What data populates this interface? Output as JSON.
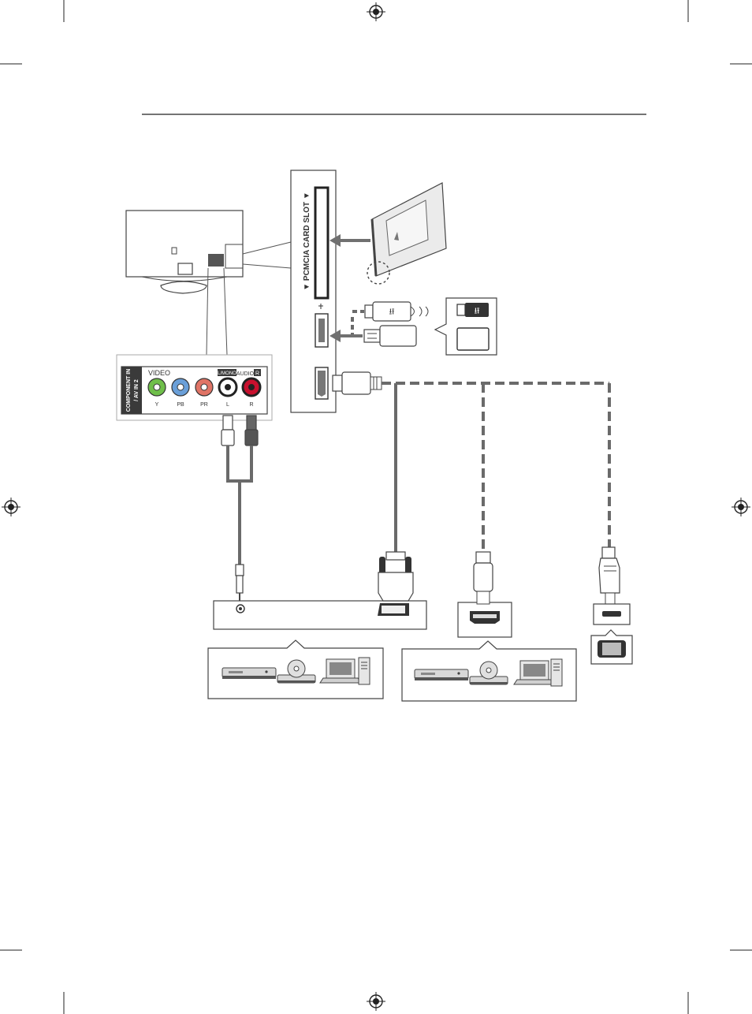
{
  "labels": {
    "pcmcia_slot": "▼ PCMCIA CARD SLOT ▼",
    "component_in": "COMPONENT IN",
    "av_in": "/ AV IN 2",
    "video": "VIDEO",
    "mono": "L/MONO",
    "audio": "AUDIO",
    "audio_r": "R",
    "jack_y": "Y",
    "jack_pb": "PB",
    "jack_pr": "PR",
    "jack_l": "L",
    "jack_r": "R"
  },
  "colors": {
    "line": "#555555",
    "cable": "#6a6a6a",
    "arrow": "#707070",
    "jack_y": "#6fbf4a",
    "jack_pb": "#6a9fd8",
    "jack_pr": "#e07466",
    "jack_l": "#ffffff",
    "jack_r": "#c8102e",
    "panel_dark": "#3a3a3a"
  },
  "icons": {
    "registration_marks": "crosshair-registration-mark",
    "usb": "usb-symbol-icon",
    "hdmi": "hdmi-port-icon",
    "dvi": "dvi-port-icon",
    "mobile": "smartphone-icon",
    "devices": [
      "set-top-box-icon",
      "dvd-player-icon",
      "laptop-icon",
      "desktop-tower-icon"
    ]
  }
}
